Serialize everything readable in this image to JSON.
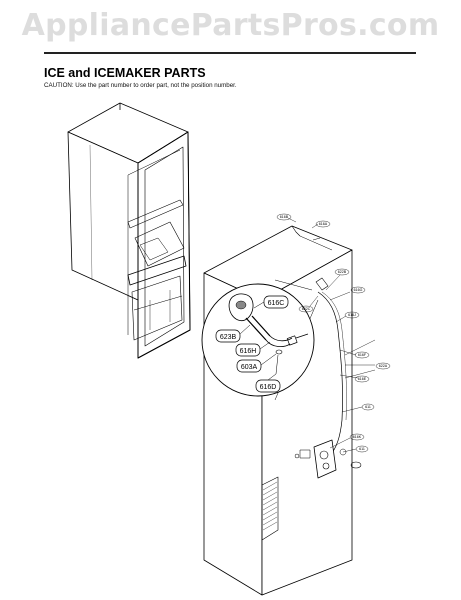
{
  "watermark": "AppliancePartsPros.com",
  "header": {
    "title": "ICE and ICEMAKER PARTS",
    "caution": "CAUTION: Use the part number to order part, not the position number."
  },
  "callouts": {
    "c616C": "616C",
    "c623B": "623B",
    "c616H": "616H",
    "c603A": "603A",
    "c616D": "616D"
  },
  "small_labels": [
    "616B",
    "616A",
    "622B",
    "616G",
    "622C",
    "616J",
    "616F",
    "616E",
    "622A",
    "611",
    "616K",
    "611"
  ]
}
